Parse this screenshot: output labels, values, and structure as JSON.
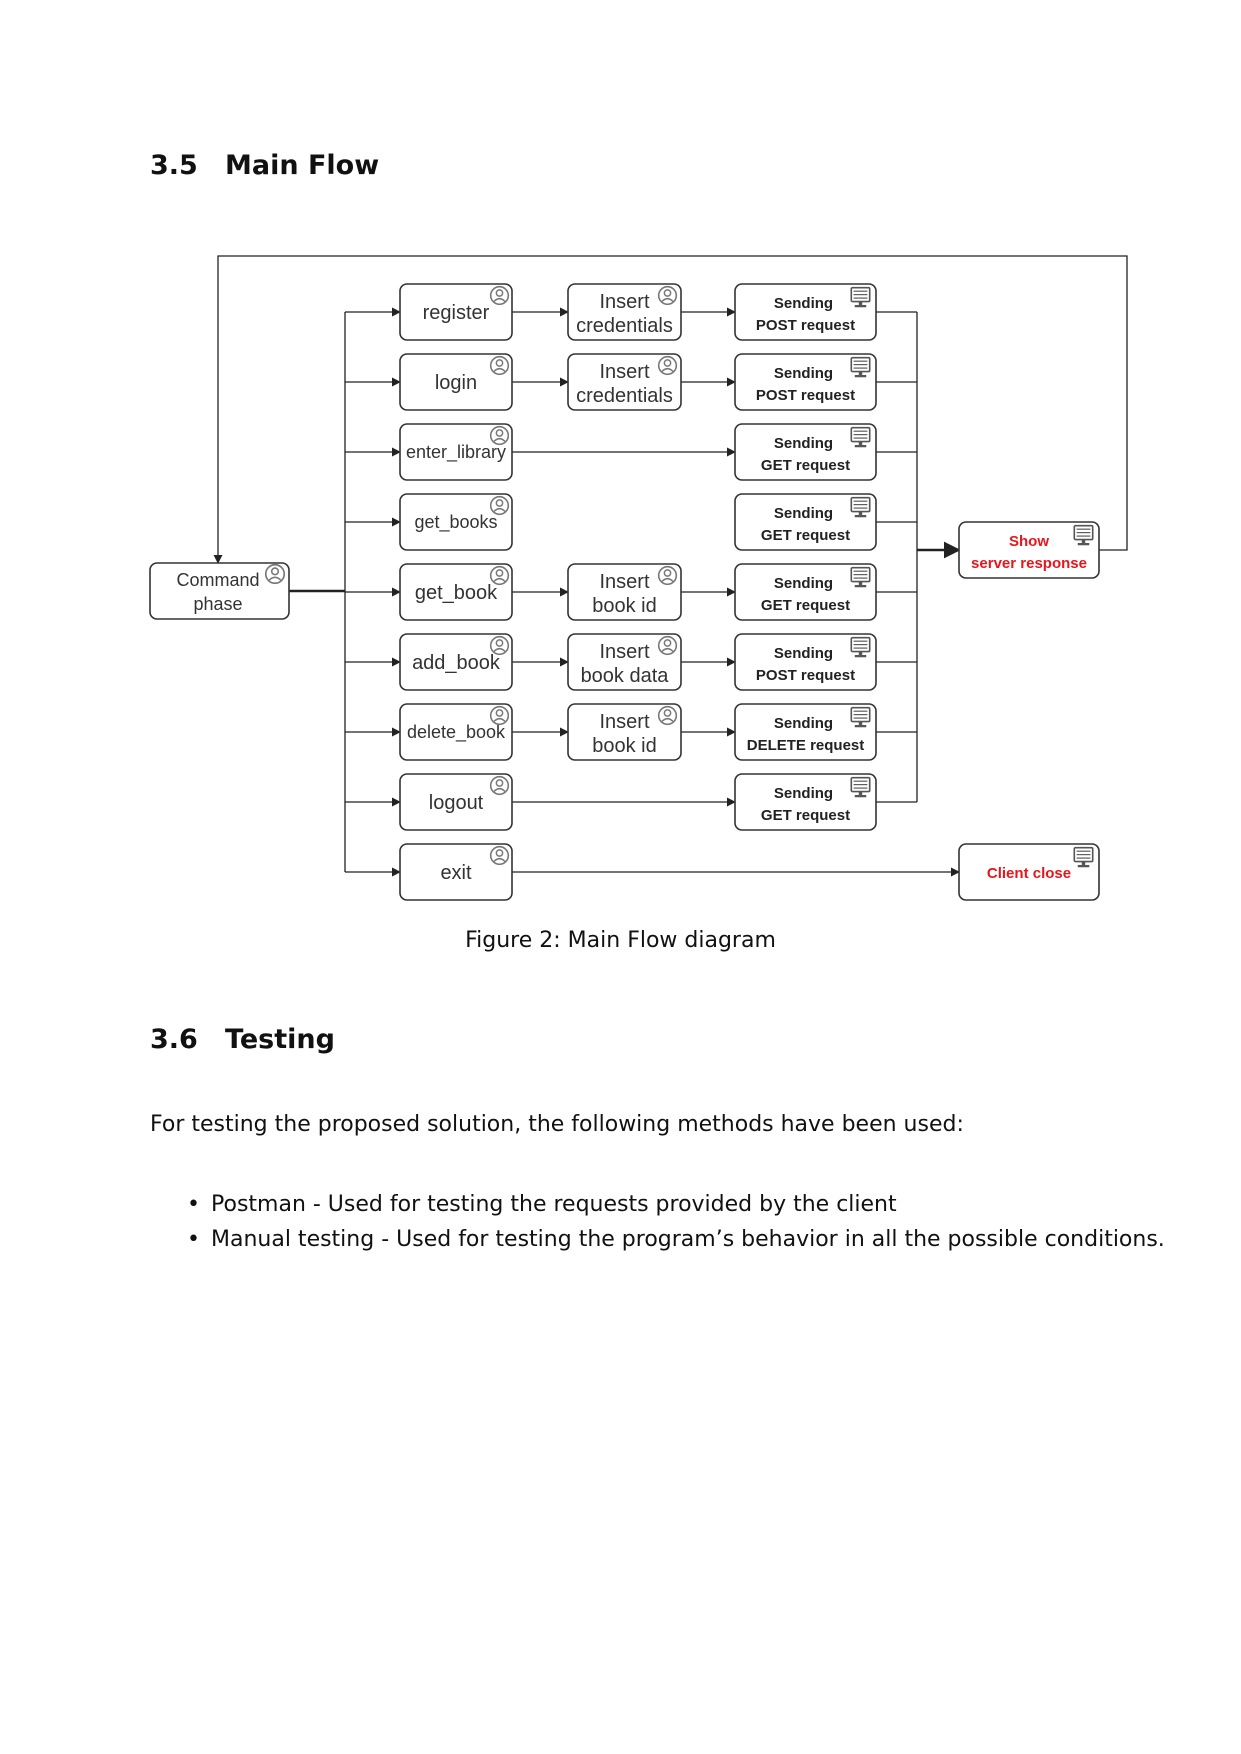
{
  "sections": [
    {
      "number": "3.5",
      "title": "Main Flow"
    },
    {
      "number": "3.6",
      "title": "Testing"
    }
  ],
  "diagram": {
    "start": [
      "Command",
      "phase"
    ],
    "commands": [
      "register",
      "login",
      "enter_library",
      "get_books",
      "get_book",
      "add_book",
      "delete_book",
      "logout",
      "exit"
    ],
    "inputs": [
      [
        "Insert",
        "credentials"
      ],
      [
        "Insert",
        "credentials"
      ],
      null,
      null,
      [
        "Insert",
        "book id"
      ],
      [
        "Insert",
        "book data"
      ],
      [
        "Insert",
        "book id"
      ],
      null,
      null
    ],
    "requests": [
      [
        "Sending",
        "POST request"
      ],
      [
        "Sending",
        "POST request"
      ],
      [
        "Sending",
        "GET request"
      ],
      [
        "Sending",
        "GET request"
      ],
      [
        "Sending",
        "GET request"
      ],
      [
        "Sending",
        "POST request"
      ],
      [
        "Sending",
        "DELETE request"
      ],
      [
        "Sending",
        "GET request"
      ],
      null
    ],
    "response": [
      "Show",
      "server response"
    ],
    "close": "Client close",
    "colors": {
      "highlight_text": "#e8151b",
      "stroke": "#333333"
    }
  },
  "caption": "Figure 2: Main Flow diagram",
  "testing": {
    "intro": "For testing the proposed solution, the following methods have been used:",
    "bullet_glyph": "•",
    "items": [
      "Postman - Used for testing the requests provided by the client",
      "Manual testing - Used for testing the program’s behavior in all the possible conditions."
    ]
  }
}
